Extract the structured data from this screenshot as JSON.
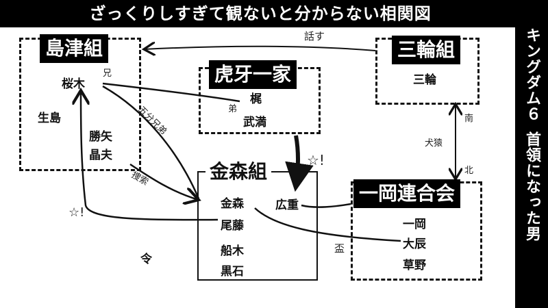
{
  "title": "ざっくりしすぎて観ないと分からない相関図",
  "side_title": [
    "キングダム６",
    "首領になった男"
  ],
  "groups": {
    "shimazu": {
      "label": "島津組",
      "members": [
        "桜木",
        "生島",
        "勝矢",
        "晶夫"
      ]
    },
    "koga": {
      "label": "虎牙一家",
      "members": [
        "梶",
        "武満"
      ]
    },
    "miwa": {
      "label": "三輪組",
      "members": [
        "三輪"
      ]
    },
    "kanamori": {
      "label": "金森組",
      "members": [
        "金森",
        "尾藤",
        "船木",
        "黒石"
      ]
    },
    "ichioka": {
      "label": "一岡連合会",
      "members": [
        "一岡",
        "大辰",
        "草野"
      ]
    }
  },
  "loose_names": {
    "rei": "令",
    "hiroshige": "広重"
  },
  "annotations": {
    "hanasu": "話す",
    "ani": "兄",
    "otouto": "弟",
    "gobu_kyoudai": "五分兄弟",
    "sousaku": "捜索",
    "kenen": "犬猿",
    "minami": "南",
    "kita": "北",
    "star1": "☆!",
    "star2": "☆!",
    "oya": "盃"
  }
}
